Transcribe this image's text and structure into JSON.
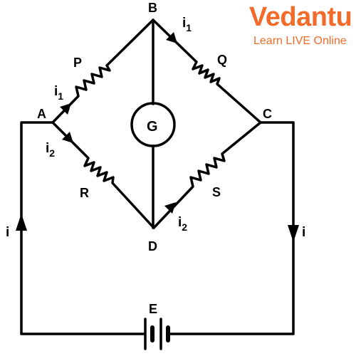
{
  "brand": {
    "name": "Vedantu",
    "tagline": "Learn LIVE Online",
    "color": "#f26b2a"
  },
  "diagram": {
    "nodes": {
      "a": "A",
      "b": "B",
      "c": "C",
      "d": "D"
    },
    "resistors": {
      "p": "P",
      "q": "Q",
      "r": "R",
      "s": "S"
    },
    "galvanometer": "G",
    "battery": "E",
    "currents": {
      "main_left": "i",
      "main_right": "i",
      "ap_sym": "i",
      "ap_sub": "1",
      "bq_sym": "i",
      "bq_sub": "1",
      "ar_sym": "i",
      "ar_sub": "2",
      "ds_sym": "i",
      "ds_sub": "2"
    }
  }
}
